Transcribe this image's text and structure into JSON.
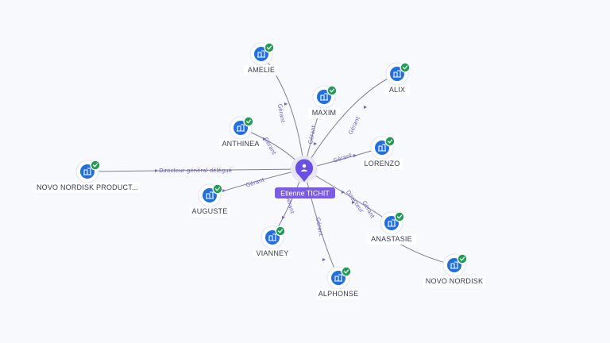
{
  "center": {
    "name": "Etienne TICHIT",
    "icon": "person-icon",
    "color": "#6a4fe4"
  },
  "nodes": [
    {
      "id": "amelie",
      "label": "AMELIE",
      "relation": "Gérant",
      "icon": "building-icon",
      "verified": true
    },
    {
      "id": "maxim",
      "label": "MAXIM",
      "relation": "Gérant",
      "icon": "building-icon",
      "verified": true
    },
    {
      "id": "alix",
      "label": "ALIX",
      "relation": "Gérant",
      "icon": "building-icon",
      "verified": true
    },
    {
      "id": "anthinea",
      "label": "ANTHINEA",
      "relation": "Gérant",
      "icon": "building-icon",
      "verified": true
    },
    {
      "id": "lorenzo",
      "label": "LORENZO",
      "relation": "Gérant",
      "icon": "building-icon",
      "verified": true
    },
    {
      "id": "novo-nordisk-product",
      "label": "NOVO NORDISK PRODUCT...",
      "relation": "Directeur général délégué",
      "icon": "building-icon",
      "verified": true
    },
    {
      "id": "auguste",
      "label": "AUGUSTE",
      "relation": "Gérant",
      "icon": "building-icon",
      "verified": true
    },
    {
      "id": "anastasie",
      "label": "ANASTASIE",
      "relation": "Gérant",
      "icon": "building-icon",
      "verified": true
    },
    {
      "id": "vianney",
      "label": "VIANNEY",
      "relation": "Gérant",
      "icon": "building-icon",
      "verified": true
    },
    {
      "id": "alphonse",
      "label": "ALPHONSE",
      "relation": "Gérant",
      "icon": "building-icon",
      "verified": true
    },
    {
      "id": "novo-nordisk",
      "label": "NOVO NORDISK",
      "relation": "Directeur",
      "icon": "building-icon",
      "verified": true
    }
  ],
  "colors": {
    "accent": "#6a4fe4",
    "node": "#1f6fe0",
    "verified": "#1f9d55",
    "edge_label": "#6a5fd0"
  }
}
